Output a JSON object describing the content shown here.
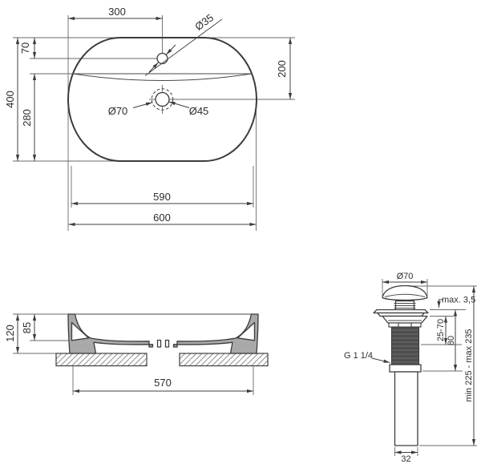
{
  "drawing_type": "washbasin technical drawing",
  "top_view": {
    "tap_offset": "300",
    "tap_hole_diameter": "Ø35",
    "tap_from_edge": "70",
    "depth_overall": "400",
    "bowl_length": "280",
    "tap_to_drain": "200",
    "drain_recess_diameter": "Ø70",
    "drain_hole_diameter": "Ø45",
    "inner_width": "590",
    "width_overall": "600"
  },
  "side_view": {
    "height_overall": "120",
    "bowl_depth": "85",
    "base_width": "570"
  },
  "drain_view": {
    "cap_diameter": "Ø70",
    "deck_clearance": "max. 3,5",
    "clamp_range": "25-70",
    "body_height": "80",
    "total_height": "min 225 - max 235",
    "thread_label": "G 1 1/4",
    "pipe_diameter": "32"
  },
  "colors": {
    "background": "#ffffff",
    "line": "#3c3c3c",
    "dimension_line": "#4a4a4a",
    "section_fill": "#a9a9a9",
    "thread_fill": "#4e4e4e",
    "hatch": "#8f8f8f"
  }
}
